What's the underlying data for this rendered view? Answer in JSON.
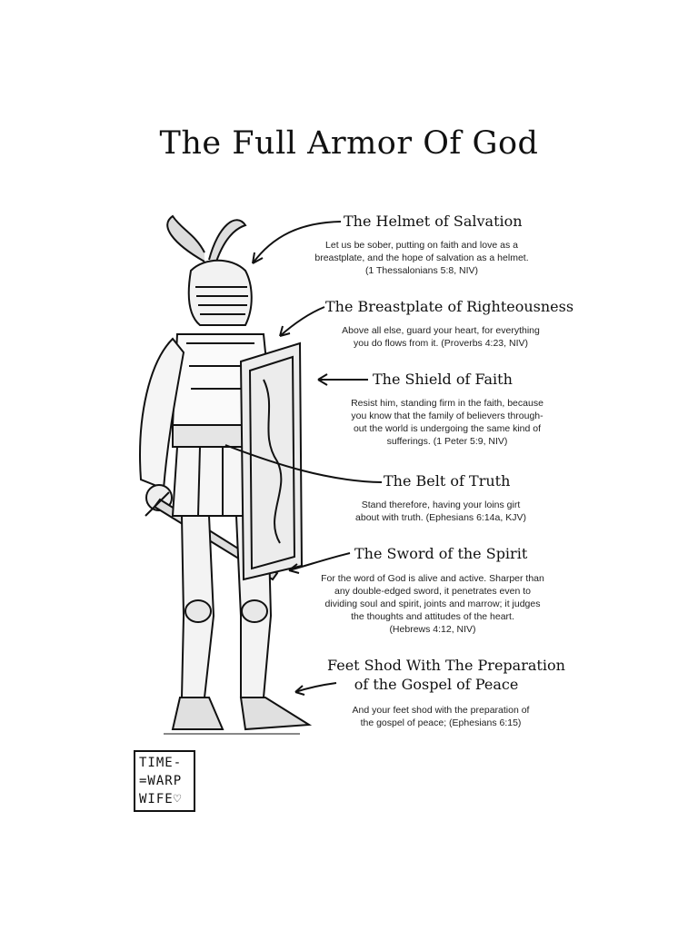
{
  "title": "The Full Armor Of God",
  "sections": [
    {
      "heading": "The Helmet of Salvation",
      "lines": [
        "Let us be sober, putting on faith and love as a",
        "breastplate, and the hope of salvation as a helmet.",
        "(1 Thessalonians 5:8, NIV)"
      ]
    },
    {
      "heading": "The Breastplate of Righteousness",
      "lines": [
        "Above all else, guard your heart, for everything",
        "you do flows from it. (Proverbs 4:23, NIV)"
      ]
    },
    {
      "heading": "The Shield of Faith",
      "lines": [
        "Resist him, standing firm in the faith, because",
        "you know that the family of believers through-",
        "out the world is undergoing the same kind of",
        "sufferings. (1 Peter 5:9, NIV)"
      ]
    },
    {
      "heading": "The Belt of Truth",
      "lines": [
        "Stand therefore, having your loins girt",
        "about with truth. (Ephesians 6:14a, KJV)"
      ]
    },
    {
      "heading": "The Sword of the Spirit",
      "lines": [
        "For the word of God is alive and active. Sharper than",
        "any double-edged sword, it penetrates even to",
        "dividing soul and spirit, joints and marrow; it judges",
        "the thoughts and attitudes of the heart.",
        "(Hebrews 4:12, NIV)"
      ]
    },
    {
      "heading_lines": [
        "Feet Shod With The Preparation",
        "of the Gospel of Peace"
      ],
      "lines": [
        "And your feet shod with the preparation of",
        "the gospel of peace; (Ephesians 6:15)"
      ]
    }
  ],
  "logo": {
    "lines": [
      "TIME-",
      "=WARP",
      "WIFE♡"
    ]
  }
}
